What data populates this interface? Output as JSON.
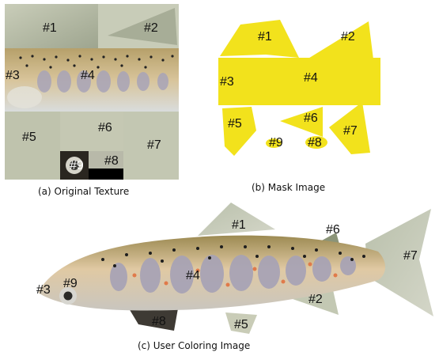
{
  "texture": {
    "labels": [
      "#1",
      "#2",
      "#3",
      "#4",
      "#5",
      "#6",
      "#7",
      "#8",
      "#9"
    ],
    "caption": "(a) Original Texture"
  },
  "mask": {
    "labels": [
      "#1",
      "#2",
      "#3",
      "#4",
      "#5",
      "#6",
      "#7",
      "#8",
      "#9"
    ],
    "caption": "(b) Mask Image",
    "color": "#f2e21c"
  },
  "coloring": {
    "labels": [
      "#1",
      "#2",
      "#3",
      "#4",
      "#5",
      "#6",
      "#7",
      "#8",
      "#9"
    ],
    "caption": "(c) User Coloring Image"
  }
}
